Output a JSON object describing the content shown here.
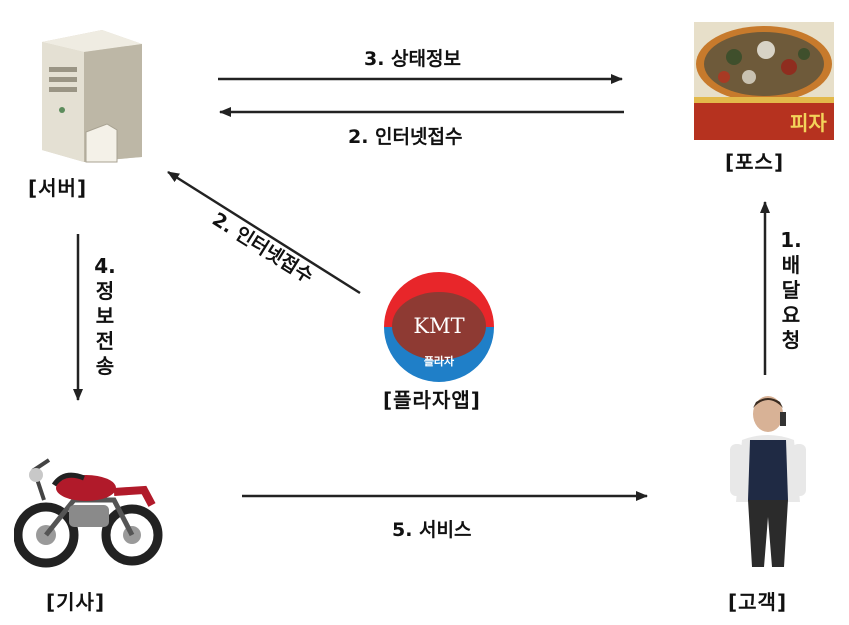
{
  "nodes": {
    "server": "[서버]",
    "pos": "[포스]",
    "rider": "[기사]",
    "customer": "[고객]",
    "app": "[플라자앱]"
  },
  "flows": {
    "status_info": "3. 상태정보",
    "internet_order_pos": "2. 인터넷접수",
    "internet_order_app": "2. 인터넷접수",
    "info_transfer_num": "4.",
    "info_transfer_chars": [
      "정",
      "보",
      "전",
      "송"
    ],
    "delivery_request_num": "1.",
    "delivery_request_chars": [
      "배",
      "달",
      "요",
      "청"
    ],
    "service": "5. 서비스"
  },
  "logo": {
    "text": "KMT",
    "subtext": "플라자",
    "ring_top_color": "#e8262a",
    "ring_bottom_color": "#1f7fc8",
    "center_color": "#8e3a33"
  },
  "sign": {
    "text": "피자"
  }
}
